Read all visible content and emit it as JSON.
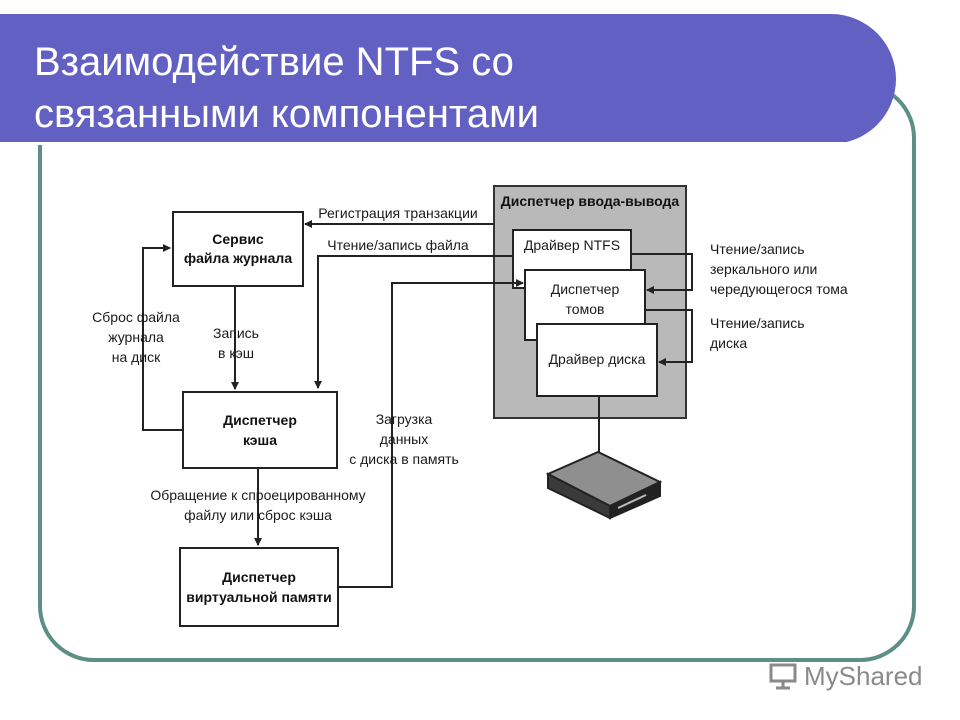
{
  "slide": {
    "title_line1": "Взаимодействие NTFS со",
    "title_line2": "связанными компонентами"
  },
  "diagram": {
    "boxes": {
      "log_service": [
        "Сервис",
        "файла журнала"
      ],
      "cache_manager": [
        "Диспетчер",
        "кэша"
      ],
      "vm_manager": [
        "Диспетчер",
        "виртуальной памяти"
      ],
      "io_manager": "Диспетчер ввода-вывода",
      "ntfs_driver": "Драйвер NTFS",
      "volume_manager": [
        "Диспетчер",
        "томов"
      ],
      "disk_driver": "Драйвер диска"
    },
    "labels": {
      "transaction_log": "Регистрация транзакции",
      "file_rw": "Чтение/запись файла",
      "flush_log": [
        "Сброс файла",
        "журнала",
        "на диск"
      ],
      "write_cache": [
        "Запись",
        "в кэш"
      ],
      "load_data": [
        "Загрузка",
        "данных",
        "с диска в память"
      ],
      "mapped_access": [
        "Обращение к спроецированному",
        "файлу или сброс кэша"
      ],
      "mirror_rw": [
        "Чтение/запись",
        "зеркального или",
        "чередующегося тома"
      ],
      "disk_rw": [
        "Чтение/запись",
        "диска"
      ]
    }
  },
  "watermark": {
    "text": "MyShared",
    "icon": "presentation-board-icon"
  }
}
